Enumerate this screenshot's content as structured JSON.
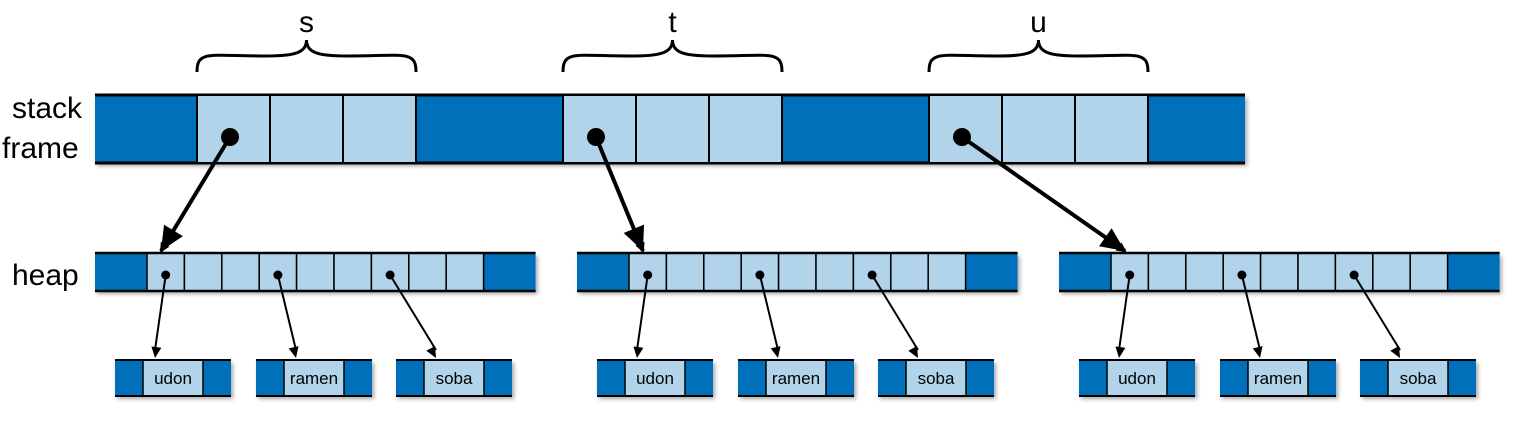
{
  "labels": {
    "stack_line1": "stack",
    "stack_line2": "frame",
    "heap": "heap"
  },
  "colors": {
    "dark_blue": "#0670bb",
    "light_blue": "#b1d4ea",
    "outline": "#000000",
    "background": "#ffffff"
  },
  "variables": [
    {
      "name": "s",
      "strings": [
        "udon",
        "ramen",
        "soba"
      ]
    },
    {
      "name": "t",
      "strings": [
        "udon",
        "ramen",
        "soba"
      ]
    },
    {
      "name": "u",
      "strings": [
        "udon",
        "ramen",
        "soba"
      ]
    }
  ]
}
